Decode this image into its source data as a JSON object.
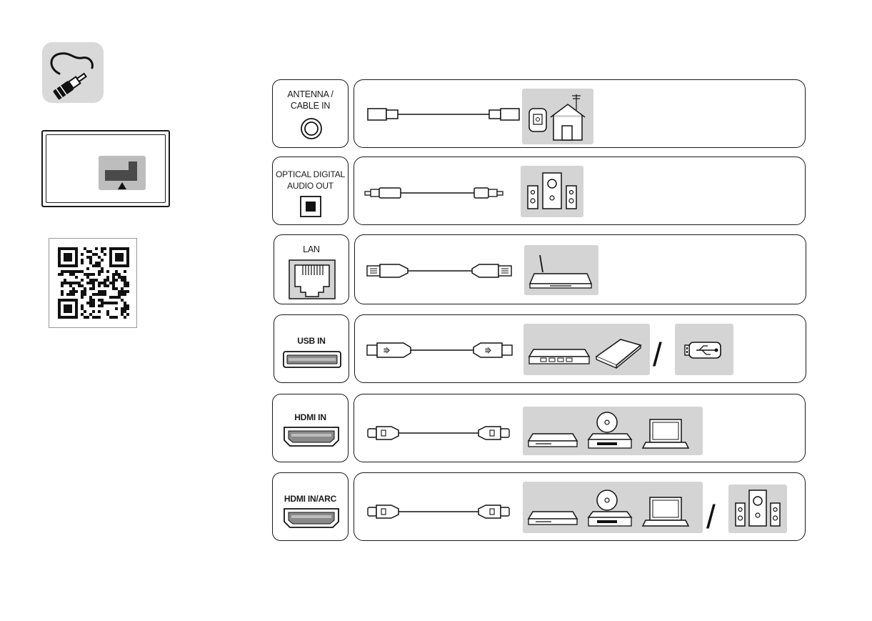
{
  "ports": [
    {
      "id": "antenna",
      "label": "ANTENNA /\nCABLE IN"
    },
    {
      "id": "optical",
      "label": "OPTICAL DIGITAL\nAUDIO  OUT"
    },
    {
      "id": "lan",
      "label": "LAN"
    },
    {
      "id": "usb",
      "label": "USB IN"
    },
    {
      "id": "hdmi",
      "label": "HDMI IN"
    },
    {
      "id": "hdmi-arc",
      "label": "HDMI IN/ARC"
    }
  ],
  "separator": "/",
  "icons": {
    "cable": "cable-plug-icon",
    "tv_back": "tv-rear-panel-icon",
    "qr": "qr-code-icon"
  },
  "colors": {
    "tile_gray": "#d9d9d9",
    "device_gray": "#d4d4d4",
    "line": "#1a1a1a"
  }
}
